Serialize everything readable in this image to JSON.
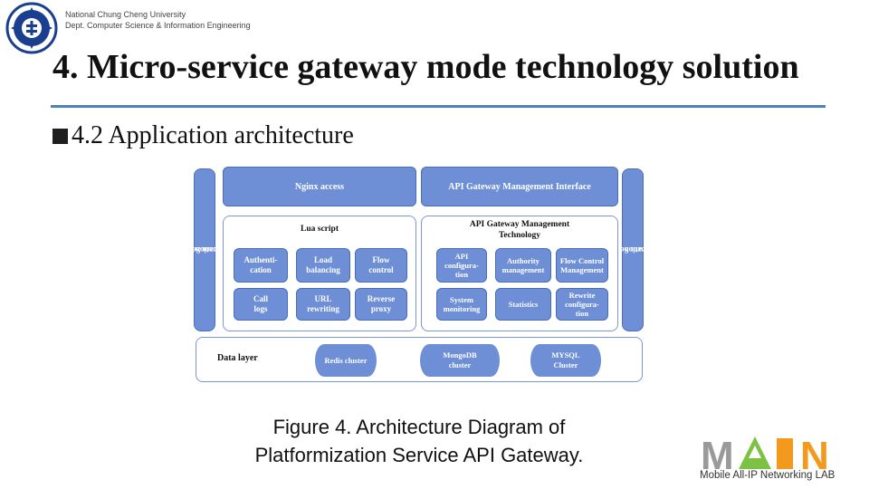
{
  "header": {
    "institution_line1": "National Chung Cheng University",
    "institution_line2": "Dept. Computer Science & Information Engineering"
  },
  "slide": {
    "title": "4. Micro-service gateway mode technology solution",
    "bullet": "4.2 Application architecture"
  },
  "diagram": {
    "nginx": "Nginx access",
    "api_ui": "API Gateway Management Interface",
    "left_side_line1": "Platform Service",
    "left_side_line2": "Certification Center",
    "right_side_line1": "Platform Service",
    "right_side_line2": "Registration Center",
    "lua_title": "Lua script",
    "lua_boxes": [
      "Authenti-\ncation",
      "Load\nbalancing",
      "Flow\ncontrol",
      "Call\nlogs",
      "URL\nrewriting",
      "Reverse\nproxy"
    ],
    "tech_title": "API Gateway Management\nTechnology",
    "tech_boxes": [
      "API\nconfigura-\ntion",
      "Authority\nmanagement",
      "Flow Control\nManagement",
      "System\nmonitoring",
      "Statistics",
      "Rewrite\nconfigura-\ntion"
    ],
    "data_layer": "Data layer",
    "clusters": [
      "Redis cluster",
      "MongoDB\ncluster",
      "MYSQL\nCluster"
    ]
  },
  "caption": "Figure 4.  Architecture Diagram of\nPlatformization Service API Gateway.",
  "lab": {
    "logo_letters": "MAIN",
    "tagline": "Mobile All-IP Networking LAB"
  },
  "colors": {
    "accent_rule": "#4f81bd",
    "box_fill": "#6e8fd6",
    "logo_green": "#7dc242",
    "logo_orange": "#f39a1e",
    "logo_gray": "#9a9a9a"
  }
}
